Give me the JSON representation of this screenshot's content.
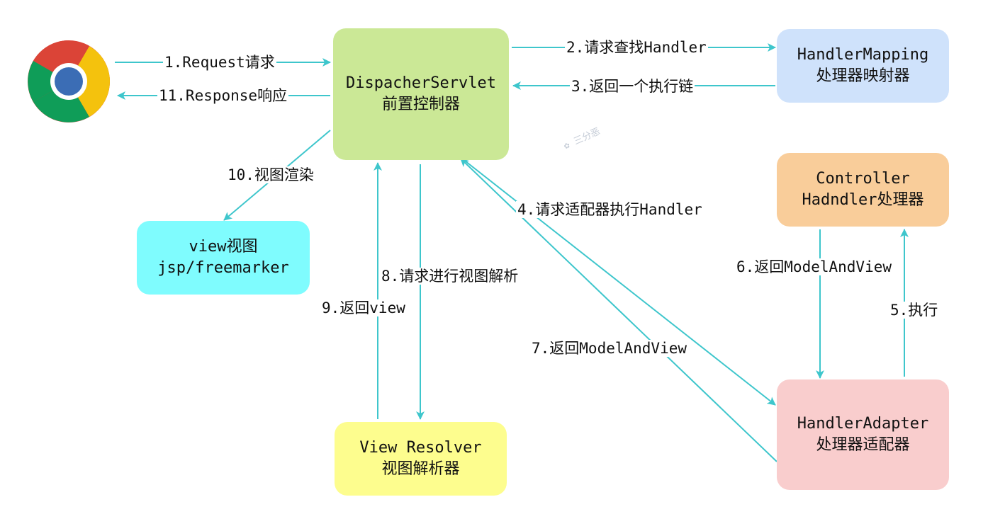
{
  "nodes": {
    "dispatcher": {
      "line1": "DispacherServlet",
      "line2": "前置控制器",
      "color": "#cbe896"
    },
    "handler_mapping": {
      "line1": "HandlerMapping",
      "line2": "处理器映射器",
      "color": "#cfe2fb"
    },
    "controller": {
      "line1": "Controller",
      "line2": "Hadndler处理器",
      "color": "#f9cd9a"
    },
    "handler_adapter": {
      "line1": "HandlerAdapter",
      "line2": "处理器适配器",
      "color": "#f9cdcd"
    },
    "view": {
      "line1": "view视图",
      "line2": "jsp/freemarker",
      "color": "#7ffcfe"
    },
    "view_resolver": {
      "line1": "View Resolver",
      "line2": "视图解析器",
      "color": "#fdfd8e"
    }
  },
  "edges": {
    "e1": "1.Request请求",
    "e2": "2.请求查找Handler",
    "e3": "3.返回一个执行链",
    "e4": "4.请求适配器执行Handler",
    "e5": "5.执行",
    "e6": "6.返回ModelAndView",
    "e7": "7.返回ModelAndView",
    "e8": "8.请求进行视图解析",
    "e9": "9.返回view",
    "e10": "10.视图渲染",
    "e11": "11.Response响应"
  },
  "watermark": "三分恶",
  "icons": {
    "browser": "chrome-browser-icon",
    "watermark": "wechat-icon"
  },
  "colors": {
    "arrow": "#3ec6cc"
  }
}
